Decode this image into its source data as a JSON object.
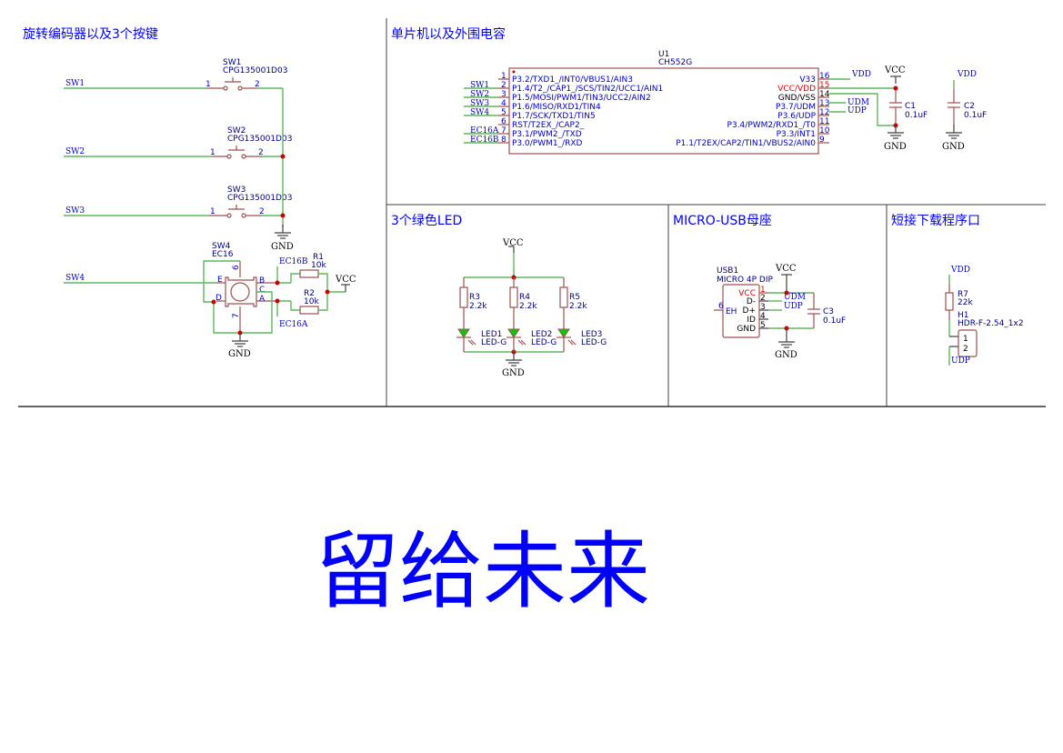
{
  "sections": {
    "encoder": "旋转编码器以及3个按键",
    "mcu": "单片机以及外围电容",
    "led": "3个绿色LED",
    "usb": "MICRO-USB母座",
    "download": "短接下载程序口"
  },
  "footer_text": "留给未来",
  "buttons": [
    {
      "ref": "SW1",
      "part": "CPG135001D03",
      "net": "SW1",
      "pin1": "1",
      "pin2": "2"
    },
    {
      "ref": "SW2",
      "part": "CPG135001D03",
      "net": "SW2",
      "pin1": "1",
      "pin2": "2"
    },
    {
      "ref": "SW3",
      "part": "CPG135001D03",
      "net": "SW3",
      "pin1": "1",
      "pin2": "2"
    }
  ],
  "encoder": {
    "ref": "SW4",
    "part": "EC16",
    "net": "SW4",
    "pins": {
      "E": "E",
      "D": "D",
      "B": "B",
      "C": "C",
      "A": "A",
      "p6": "6",
      "p7": "7"
    },
    "netB": "EC16B",
    "netA": "EC16A",
    "r1": {
      "ref": "R1",
      "value": "10k"
    },
    "r2": {
      "ref": "R2",
      "value": "10k"
    }
  },
  "power": {
    "vcc": "VCC",
    "gnd": "GND",
    "vdd": "VDD"
  },
  "mcu": {
    "ref": "U1",
    "part": "CH552G",
    "left_pins": [
      {
        "num": "1",
        "name": "P3.2/TXD1_/INT0/VBUS1/AIN3",
        "net": ""
      },
      {
        "num": "2",
        "name": "P1.4/T2_/CAP1_/SCS/TIN2/UCC1/AIN1",
        "net": "SW1"
      },
      {
        "num": "3",
        "name": "P1.5/MOSI/PWM1/TIN3/UCC2/AIN2",
        "net": "SW2"
      },
      {
        "num": "4",
        "name": "P1.6/MISO/RXD1/TIN4",
        "net": "SW3"
      },
      {
        "num": "5",
        "name": "P1.7/SCK/TXD1/TIN5",
        "net": "SW4"
      },
      {
        "num": "6",
        "name": "RST/T2EX_/CAP2_",
        "net": ""
      },
      {
        "num": "7",
        "name": "P3.1/PWM2_/TXD",
        "net": "EC16A"
      },
      {
        "num": "8",
        "name": "P3.0/PWM1_/RXD",
        "net": "EC16B"
      }
    ],
    "right_pins": [
      {
        "num": "16",
        "name": "V33",
        "net": "VDD"
      },
      {
        "num": "15",
        "name": "VCC/VDD",
        "net": ""
      },
      {
        "num": "14",
        "name": "GND/VSS",
        "net": ""
      },
      {
        "num": "13",
        "name": "P3.7/UDM",
        "net": "UDM"
      },
      {
        "num": "12",
        "name": "P3.6/UDP",
        "net": "UDP"
      },
      {
        "num": "11",
        "name": "P3.4/PWM2/RXD1_/T0",
        "net": ""
      },
      {
        "num": "10",
        "name": "P3.3/INT1",
        "net": ""
      },
      {
        "num": "9",
        "name": "P1.1/T2EX/CAP2/TIN1/VBUS2/AIN0",
        "net": ""
      }
    ],
    "c1": {
      "ref": "C1",
      "value": "0.1uF"
    },
    "c2": {
      "ref": "C2",
      "value": "0.1uF"
    }
  },
  "leds": [
    {
      "r_ref": "R3",
      "r_value": "2.2k",
      "led_ref": "LED1",
      "led_part": "LED-G"
    },
    {
      "r_ref": "R4",
      "r_value": "2.2k",
      "led_ref": "LED2",
      "led_part": "LED-G"
    },
    {
      "r_ref": "R5",
      "r_value": "2.2k",
      "led_ref": "LED3",
      "led_part": "LED-G"
    }
  ],
  "usb": {
    "ref": "USB1",
    "part": "MICRO 4P DIP",
    "pins": [
      {
        "num": "1",
        "name": "VCC"
      },
      {
        "num": "2",
        "name": "D-"
      },
      {
        "num": "3",
        "name": "D+"
      },
      {
        "num": "4",
        "name": "ID"
      },
      {
        "num": "5",
        "name": "GND"
      }
    ],
    "eh_num": "6",
    "eh_name": "EH",
    "net_udm": "UDM",
    "net_udp": "UDP",
    "c3": {
      "ref": "C3",
      "value": "0.1uF"
    }
  },
  "header": {
    "r7": {
      "ref": "R7",
      "value": "22k"
    },
    "ref": "H1",
    "part": "HDR-F-2.54_1x2",
    "pin1": "1",
    "pin2": "2",
    "net_top": "VDD",
    "net_bottom": "UDP"
  }
}
